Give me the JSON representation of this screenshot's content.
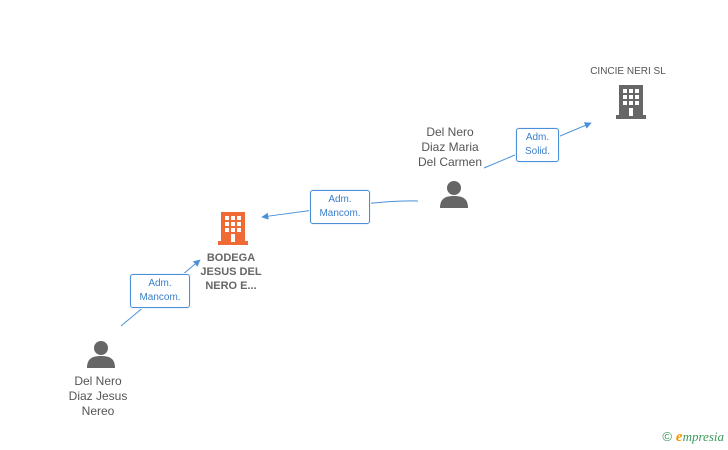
{
  "nodes": {
    "cincie": {
      "label_lines": [
        "CINCIE NERI  SL"
      ],
      "icon": "building-icon",
      "color": "#666666"
    },
    "bodega": {
      "label_lines": [
        "BODEGA",
        "JESUS DEL",
        "NERO E..."
      ],
      "icon": "building-icon",
      "color": "#f06a35"
    },
    "maria": {
      "label_lines": [
        "Del Nero",
        "Diaz Maria",
        "Del Carmen"
      ],
      "icon": "person-icon",
      "color": "#666666"
    },
    "jesus": {
      "label_lines": [
        "Del Nero",
        "Diaz Jesus",
        "Nereo"
      ],
      "icon": "person-icon",
      "color": "#666666"
    }
  },
  "edges": [
    {
      "from": "maria",
      "to": "cincie",
      "label_lines": [
        "Adm.",
        "Solid."
      ]
    },
    {
      "from": "maria",
      "to": "bodega",
      "label_lines": [
        "Adm.",
        "Mancom."
      ]
    },
    {
      "from": "jesus",
      "to": "bodega",
      "label_lines": [
        "Adm.",
        "Mancom."
      ]
    }
  ],
  "colors": {
    "edge": "#4a90d9",
    "edge_text": "#3b7fc9"
  },
  "brand": {
    "copyright": "©",
    "initial": "e",
    "name": "mpresia"
  }
}
